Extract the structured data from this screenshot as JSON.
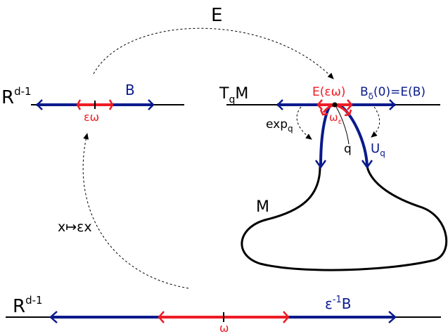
{
  "colors": {
    "blue": "#0a1a8c",
    "red": "#ee1c25",
    "black": "#000000"
  },
  "labels": {
    "map_E": "E",
    "rd1_top_base": "R",
    "rd1_top_sup": "d-1",
    "ball_B": "B",
    "eps_omega": "εω",
    "tq_base": "T",
    "tq_sub": "q",
    "tq_M": "M",
    "e_eps_omega": "E(εω)",
    "b_base": "B",
    "b_sub": "δ",
    "b_rest": "(0)=E(B)",
    "omega_base": "ω",
    "omega_sub": "ε",
    "exp_base": "exp",
    "exp_sub": "q",
    "point_q": "q",
    "u_base": "U",
    "u_sub": "q",
    "manifold_M": "M",
    "scaling_map": "x↦εx",
    "rd1_bot_base": "R",
    "rd1_bot_sup": "d-1",
    "eps_inv_base": "ε",
    "eps_inv_sup": "-1",
    "eps_inv_B": "B",
    "omega_bottom": "ω"
  }
}
